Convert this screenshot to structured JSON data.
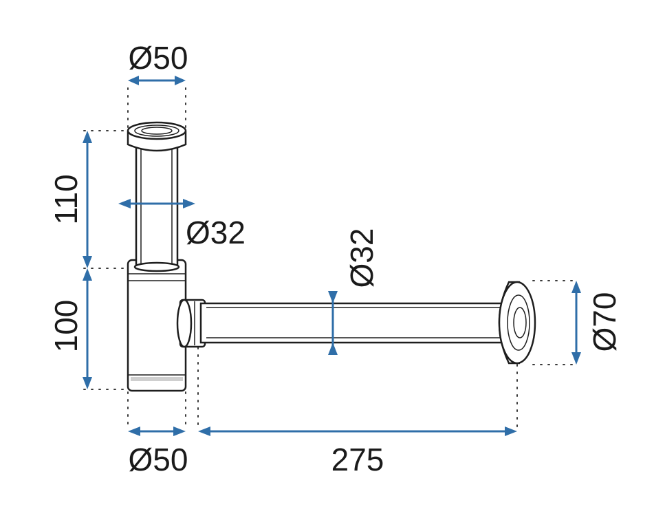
{
  "dimensions": {
    "top_inlet_diameter": "Ø50",
    "upper_tube_height": "110",
    "upper_tube_diameter": "Ø32",
    "body_height": "100",
    "outlet_pipe_diameter": "Ø32",
    "wall_flange_diameter": "Ø70",
    "body_diameter": "Ø50",
    "outlet_length": "275"
  },
  "colors": {
    "dimension_line": "#2f6ea8",
    "outline": "#1e1e1e",
    "text": "#1a1a1a"
  }
}
